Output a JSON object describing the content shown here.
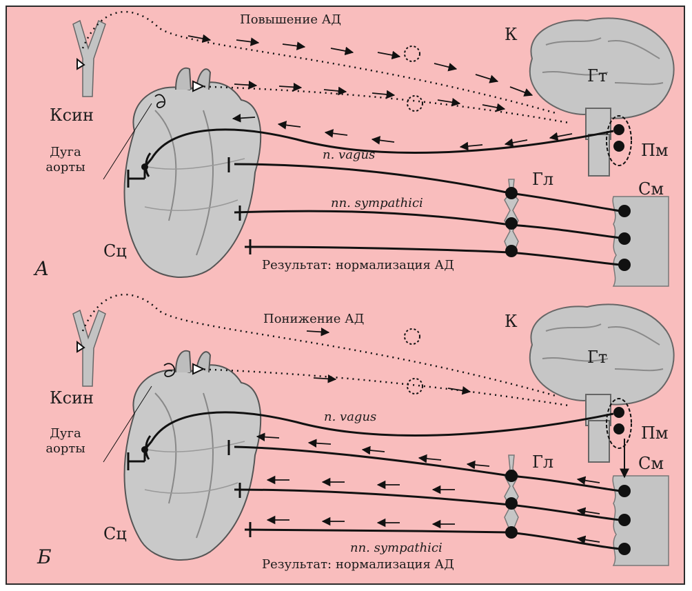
{
  "panel_a": {
    "letter": "А",
    "header": "Повышение АД",
    "result": "Результат: нормализация АД",
    "vagus": "n. vagus",
    "sympathici": "nn. sympathici",
    "cortex": "К",
    "hypothalamus": "Гт",
    "medulla": "Пм",
    "spinal": "См",
    "ganglion": "Гл",
    "sinus": "Ксин",
    "arch_line1": "Дуга",
    "arch_line2": "аорты",
    "heart": "Сц"
  },
  "panel_b": {
    "letter": "Б",
    "header": "Понижение АД",
    "result": "Результат: нормализация АД",
    "vagus": "n. vagus",
    "sympathici": "nn. sympathici",
    "cortex": "К",
    "hypothalamus": "Гт",
    "medulla": "Пм",
    "spinal": "См",
    "ganglion": "Гл",
    "sinus": "Ксин",
    "arch_line1": "Дуга",
    "arch_line2": "аорты",
    "heart": "Сц"
  },
  "colors": {
    "background": "#f9bdbd",
    "tissue": "#c9c9c9",
    "line": "#111111"
  }
}
